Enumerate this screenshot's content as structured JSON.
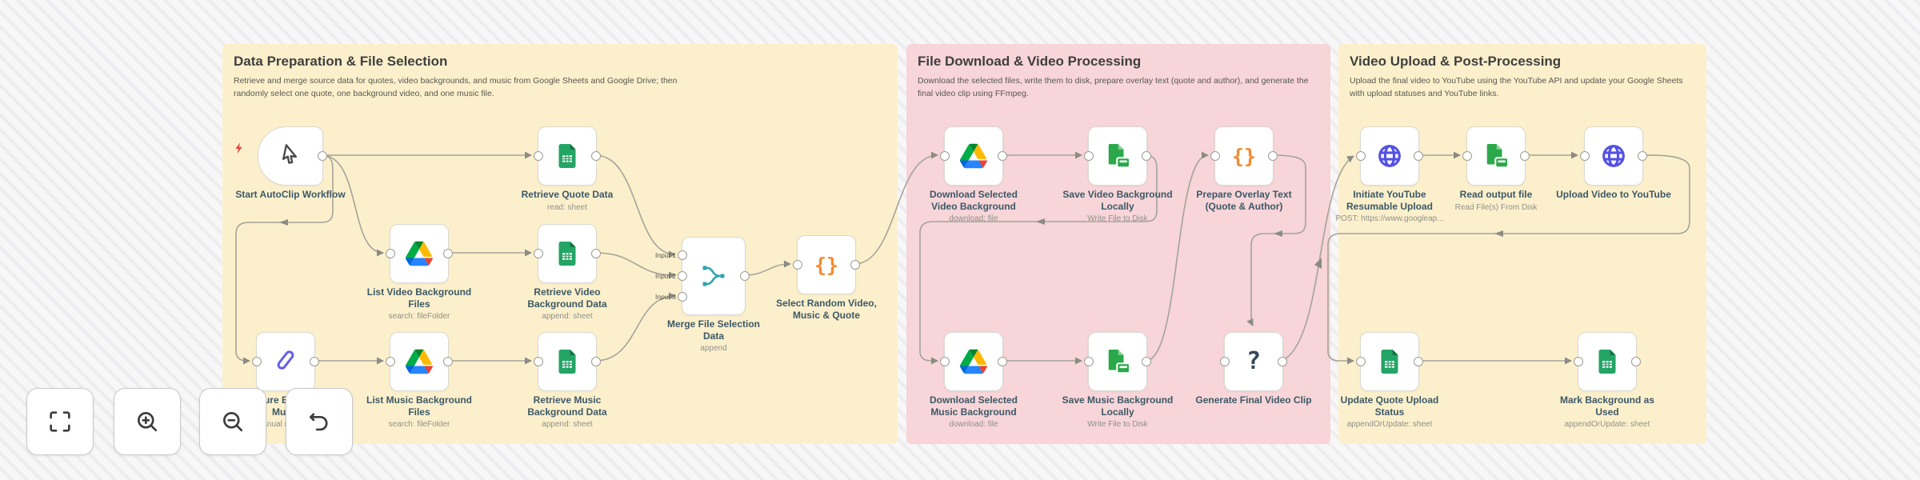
{
  "canvas": {
    "sections": [
      {
        "title": "Data Preparation & File Selection",
        "description": "Retrieve and merge source data for quotes, video backgrounds, and music from Google Sheets and Google Drive; then randomly select one quote, one background video, and one music file.",
        "color": "#fcf0cc"
      },
      {
        "title": "File Download & Video Processing",
        "description": "Download the selected files, write them to disk, prepare overlay text (quote and author), and generate the final video clip using FFmpeg.",
        "color": "#f7d5d9"
      },
      {
        "title": "Video Upload & Post-Processing",
        "description": "Upload the final video to YouTube using the YouTube API and update your Google Sheets with upload statuses and YouTube links.",
        "color": "#fcf0cc"
      }
    ],
    "nodes": [
      {
        "label": "Start AutoClip Workflow",
        "subtitle": "",
        "icon": "cursor-icon"
      },
      {
        "label": "Retrieve Quote Data",
        "subtitle": "read: sheet",
        "icon": "google-sheets-icon"
      },
      {
        "label": "List Video Background Files",
        "subtitle": "search: fileFolder",
        "icon": "google-drive-icon"
      },
      {
        "label": "Retrieve Video Background Data",
        "subtitle": "append: sheet",
        "icon": "google-sheets-icon"
      },
      {
        "label": "Configure Background Music",
        "subtitle": "manual mapping",
        "icon": "pencil-icon"
      },
      {
        "label": "List Music Background Files",
        "subtitle": "search: fileFolder",
        "icon": "google-drive-icon"
      },
      {
        "label": "Retrieve Music Background Data",
        "subtitle": "append: sheet",
        "icon": "google-sheets-icon"
      },
      {
        "label": "Merge File Selection Data",
        "subtitle": "append",
        "icon": "merge-icon",
        "inputs": [
          "Input 1",
          "Input 2",
          "Input 3"
        ]
      },
      {
        "label": "Select Random Video, Music & Quote",
        "subtitle": "",
        "icon": "code-icon",
        "glyph": "{}"
      },
      {
        "label": "Download Selected Video Background",
        "subtitle": "download: file",
        "icon": "google-drive-icon"
      },
      {
        "label": "Save Video Background Locally",
        "subtitle": "Write File to Disk",
        "icon": "file-disk-icon"
      },
      {
        "label": "Prepare Overlay Text (Quote & Author)",
        "subtitle": "",
        "icon": "code-icon",
        "glyph": "{}"
      },
      {
        "label": "Download Selected Music Background",
        "subtitle": "download: file",
        "icon": "google-drive-icon"
      },
      {
        "label": "Save Music Background Locally",
        "subtitle": "Write File to Disk",
        "icon": "file-disk-icon"
      },
      {
        "label": "Generate Final Video Clip",
        "subtitle": "",
        "icon": "question-icon",
        "glyph": "?"
      },
      {
        "label": "Initiate YouTube Resumable Upload",
        "subtitle": "POST: https://www.googleap...",
        "icon": "globe-icon"
      },
      {
        "label": "Read output file",
        "subtitle": "Read File(s) From Disk",
        "icon": "file-disk-icon"
      },
      {
        "label": "Upload Video to YouTube",
        "subtitle": "",
        "icon": "globe-icon"
      },
      {
        "label": "Update Quote Upload Status",
        "subtitle": "appendOrUpdate: sheet",
        "icon": "google-sheets-icon"
      },
      {
        "label": "Mark Background as Used",
        "subtitle": "appendOrUpdate: sheet",
        "icon": "google-sheets-icon"
      }
    ],
    "toolbar": {
      "buttons": [
        {
          "icon": "zoom-to-fit-icon"
        },
        {
          "icon": "zoom-in-icon"
        },
        {
          "icon": "zoom-out-icon"
        },
        {
          "icon": "undo-icon"
        }
      ]
    },
    "colors": {
      "sticky_yellow": "#fcf0cc",
      "sticky_pink": "#f7d5d9",
      "sheets_green": "#23A566",
      "file_green": "#2BA84A",
      "code_orange": "#F28B33",
      "http_indigo": "#5451E5",
      "merge_teal": "#2FA3AD",
      "pencil_indigo": "#6360E8",
      "trigger_bolt_red": "#E2473B",
      "edge_gray": "#a4a49a"
    }
  }
}
